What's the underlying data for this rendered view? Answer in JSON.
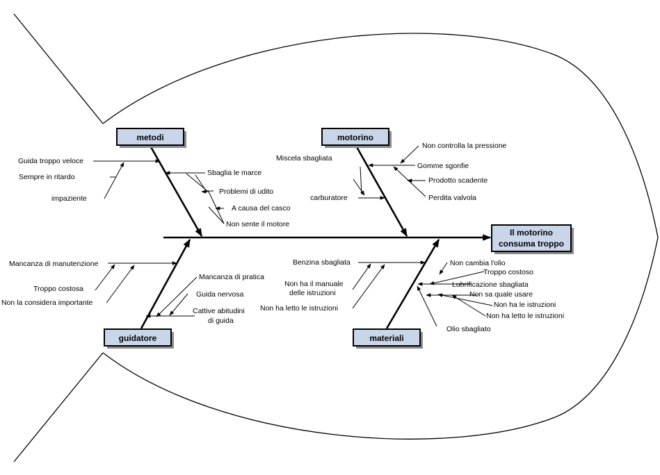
{
  "effect": {
    "line1": "Il motorino",
    "line2": "consuma troppo"
  },
  "categories": {
    "metodi": "metodi",
    "motorino": "motorino",
    "guidatore": "guidatore",
    "materiali": "materiali"
  },
  "causes": {
    "metodi": {
      "guida_veloce": "Guida troppo veloce",
      "ritardo": "Sempre in ritardo",
      "impaziente": "impaziente",
      "marce": "Sbaglia le marce",
      "udito": "Problemi di udito",
      "casco": "A causa del casco",
      "motore": "Non sente il motore"
    },
    "motorino": {
      "miscela": "Miscela sbagliata",
      "carburatore": "carburatore",
      "pressione": "Non controlla la pressione",
      "gomme": "Gomme sgonfie",
      "prodotto": "Prodotto scadente",
      "valvola": "Perdita valvola"
    },
    "guidatore": {
      "manutenzione": "Mancanza di manutenzione",
      "costosa": "Troppo costosa",
      "importante": "Non la considera importante",
      "pratica": "Mancanza di pratica",
      "nervosa": "Guida nervosa",
      "abitudini1": "Cattive abitudini",
      "abitudini2": "di guida"
    },
    "materiali": {
      "benzina": "Benzina sbagliata",
      "manuale1": "Non ha il manuale",
      "manuale2": "delle istruzioni",
      "letto": "Non ha letto le istruzioni",
      "olio_cambia": "Non cambia l'olio",
      "olio_costoso": "Troppo costoso",
      "lubrificazione": "Lubrificazione sbagliata",
      "quale": "Non sa quale usare",
      "istruzioni": "Non ha le istruzioni",
      "letto2": "Non ha letto le istruzioni",
      "olio_sbagliato": "Olio sbagliato"
    }
  }
}
